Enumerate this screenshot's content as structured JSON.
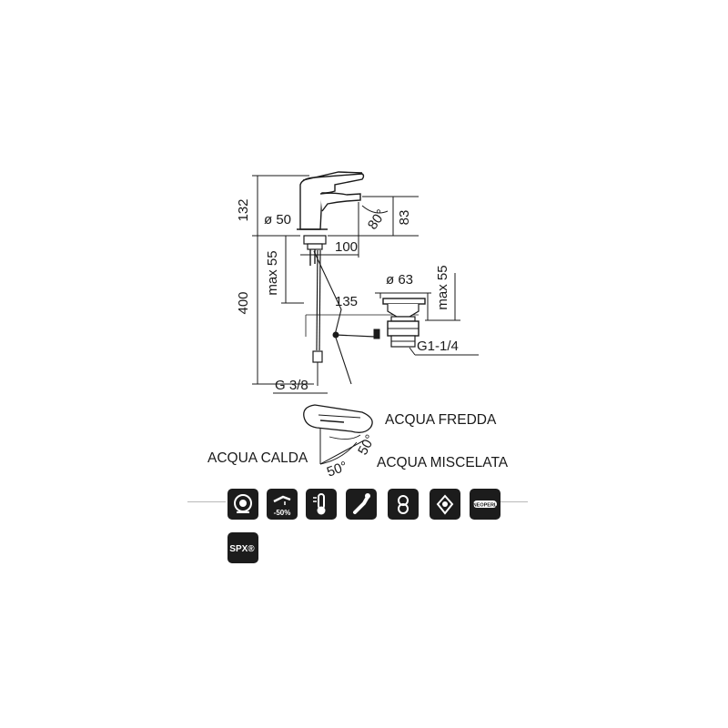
{
  "dimensions": {
    "height_total": "132",
    "spout_height": "83",
    "diameter_body": "ø 50",
    "spout_angle": "80°",
    "spout_reach": "100",
    "max_deck": "max 55",
    "hose_length": "400",
    "waste_offset": "135",
    "waste_diameter": "ø 63",
    "waste_max": "max 55",
    "waste_thread": "G1-1/4",
    "inlet_thread": "G 3/8"
  },
  "lever_diagram": {
    "cold_label": "ACQUA FREDDA",
    "hot_label": "ACQUA CALDA",
    "mixed_label": "ACQUA MISCELATA",
    "angle_upper": "50°",
    "angle_lower": "50°"
  },
  "feature_icons": [
    {
      "icon": "eco-ring-icon"
    },
    {
      "icon": "water-saving-icon",
      "text": "-50%"
    },
    {
      "icon": "temperature-icon"
    },
    {
      "icon": "flexible-hose-icon"
    },
    {
      "icon": "swivel-aerator-icon"
    },
    {
      "icon": "cartridge-icon"
    },
    {
      "icon": "neoperl-icon",
      "text": "NEOPERL"
    },
    {
      "icon": "spx-icon",
      "text": "SPX®"
    }
  ]
}
